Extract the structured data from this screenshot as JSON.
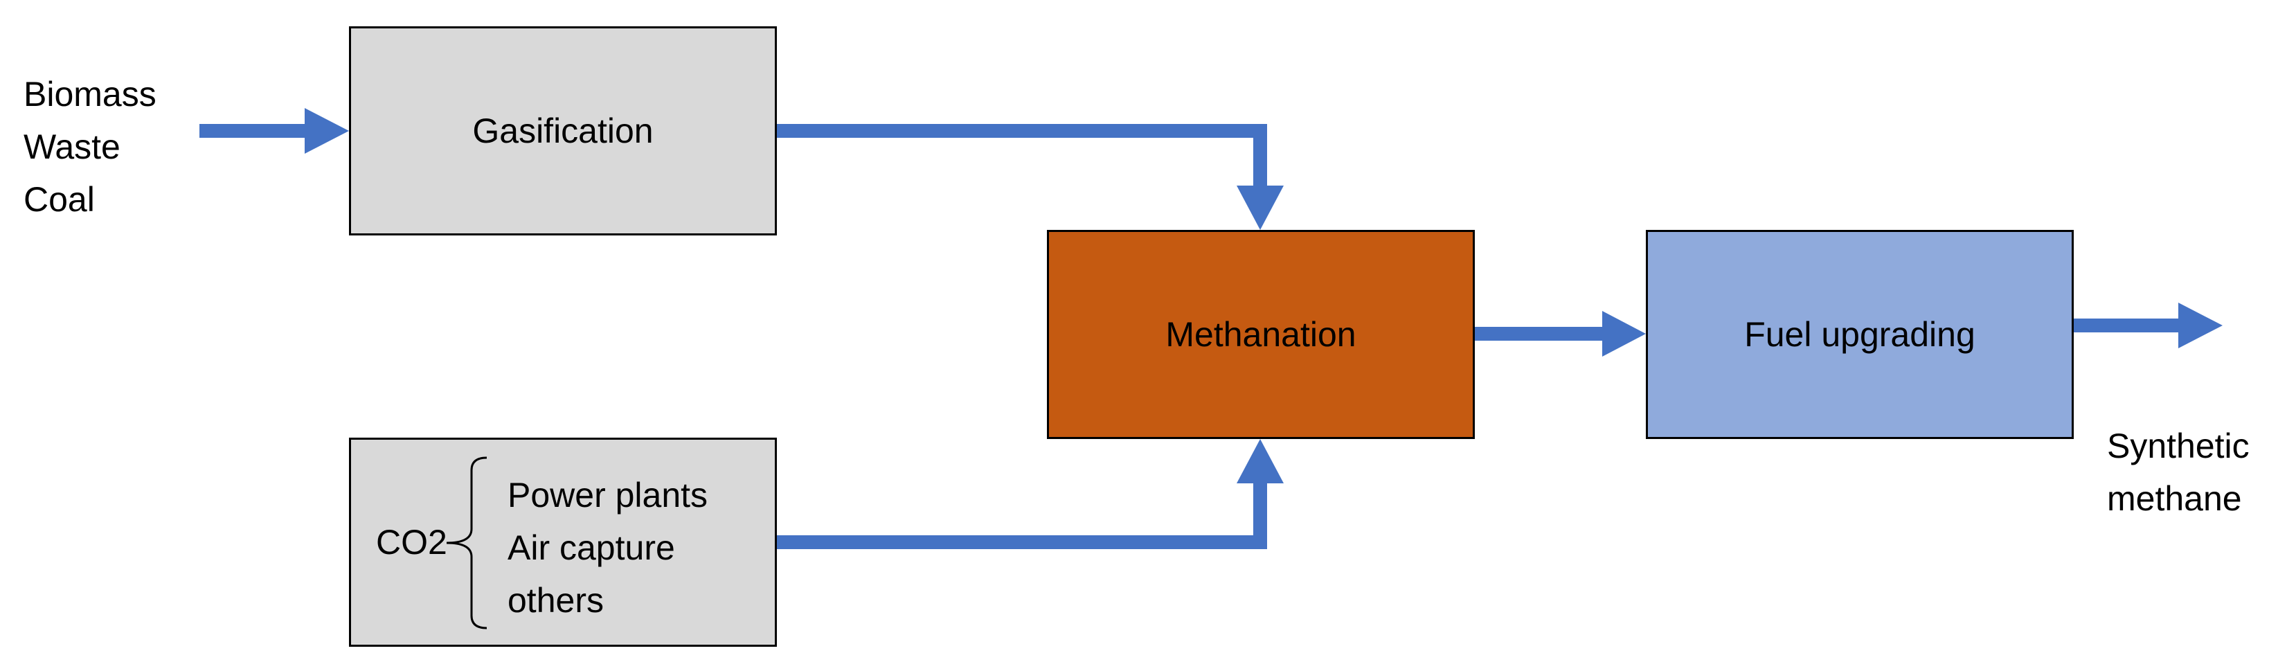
{
  "colors": {
    "arrow": "#4472C4",
    "gasification_fill": "#D9D9D9",
    "co2_fill": "#D9D9D9",
    "methanation_fill": "#C55A11",
    "fuel_upgrading_fill": "#8FAADC",
    "border": "#000000"
  },
  "inputs": [
    "Biomass",
    "Waste",
    "Coal"
  ],
  "gasification": {
    "label": "Gasification"
  },
  "methanation": {
    "label": "Methanation"
  },
  "fuel_upgrading": {
    "label": "Fuel upgrading"
  },
  "co2": {
    "label": "CO2",
    "sources": [
      "Power plants",
      "Air capture",
      "others"
    ]
  },
  "output": [
    "Synthetic",
    "methane"
  ]
}
